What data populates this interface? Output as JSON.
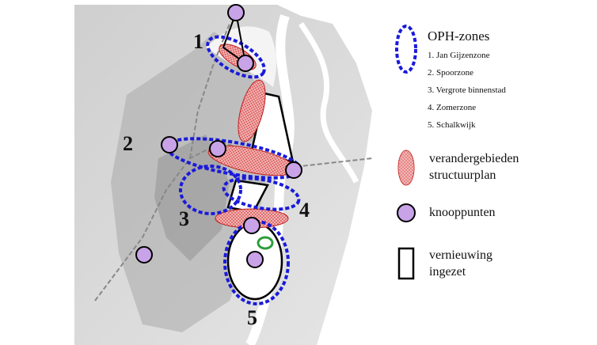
{
  "zones": [
    {
      "number": "1"
    },
    {
      "number": "2"
    },
    {
      "number": "3"
    },
    {
      "number": "4"
    },
    {
      "number": "5"
    }
  ],
  "legend": {
    "oph_zones": {
      "title": "OPH-zones",
      "items": [
        "1. Jan Gijzenzone",
        "2. Spoorzone",
        "3. Vergrote binnenstad",
        "4. Zomerzone",
        "5. Schalkwijk"
      ]
    },
    "verandergebieden": {
      "line1": "verandergebieden",
      "line2": "structuurplan"
    },
    "knooppunten": {
      "label": "knooppunten"
    },
    "vernieuwing": {
      "line1": "vernieuwing",
      "line2": "ingezet"
    }
  },
  "colors": {
    "zone_outline": "#1a1adb",
    "change_area_fill": "#f3b6b6",
    "change_area_dot": "#d23a3a",
    "node_fill": "#c9a3e8",
    "renewal_outline": "#000000",
    "marker_green": "#2e9d3a",
    "water": "#ffffff",
    "land": "#d6d6d6"
  }
}
